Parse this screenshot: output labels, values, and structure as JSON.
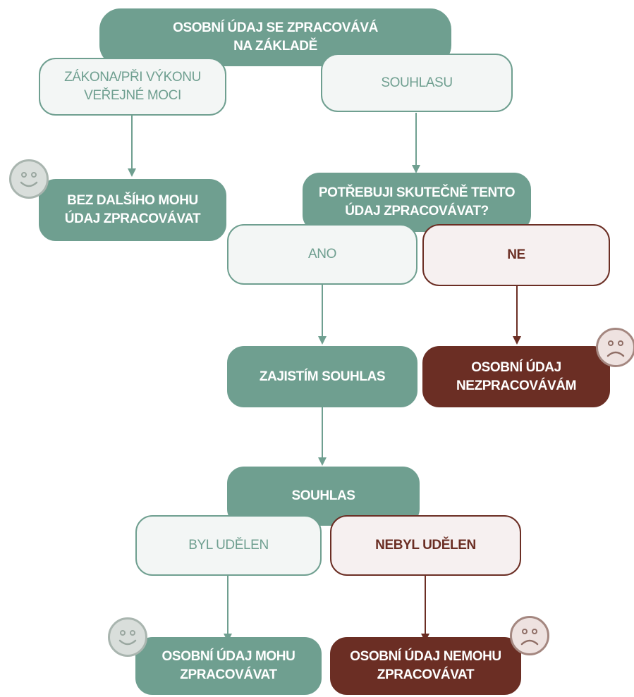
{
  "colors": {
    "green": "#6f9f90",
    "green_light": "#f3f6f5",
    "brown": "#6b2e24",
    "brown_light": "#f6f0f0",
    "face_happy": "#d9dedb",
    "face_sad": "#eee2e0"
  },
  "root": {
    "label": "OSOBNÍ ÚDAJ SE ZPRACOVÁVÁ\nNA ZÁKLADĚ"
  },
  "branches": {
    "law": {
      "label": "ZÁKONA/PŘI VÝKONU\nVEŘEJNÉ MOCI"
    },
    "consent": {
      "label": "SOUHLASU"
    }
  },
  "law_result": {
    "label": "BEZ DALŠÍHO MOHU\nÚDAJ ZPRACOVÁVAT",
    "icon": "happy-face-icon"
  },
  "question": {
    "label": "POTŘEBUJI SKUTEČNĚ TENTO\nÚDAJ ZPRACOVÁVAT?"
  },
  "answers": {
    "yes": {
      "label": "ANO"
    },
    "no": {
      "label": "NE"
    }
  },
  "no_result": {
    "label": "OSOBNÍ ÚDAJ\nNEZPRACOVÁVÁM",
    "icon": "sad-face-icon"
  },
  "secure_consent": {
    "label": "ZAJISTÍM SOUHLAS"
  },
  "consent_node": {
    "label": "SOUHLAS"
  },
  "consent_answers": {
    "granted": {
      "label": "BYL UDĚLEN"
    },
    "not_granted": {
      "label": "NEBYL UDĚLEN"
    }
  },
  "final_results": {
    "can": {
      "label": "OSOBNÍ ÚDAJ MOHU\nZPRACOVÁVAT",
      "icon": "happy-face-icon"
    },
    "cannot": {
      "label": "OSOBNÍ ÚDAJ NEMOHU\nZPRACOVÁVAT",
      "icon": "sad-face-icon"
    }
  }
}
